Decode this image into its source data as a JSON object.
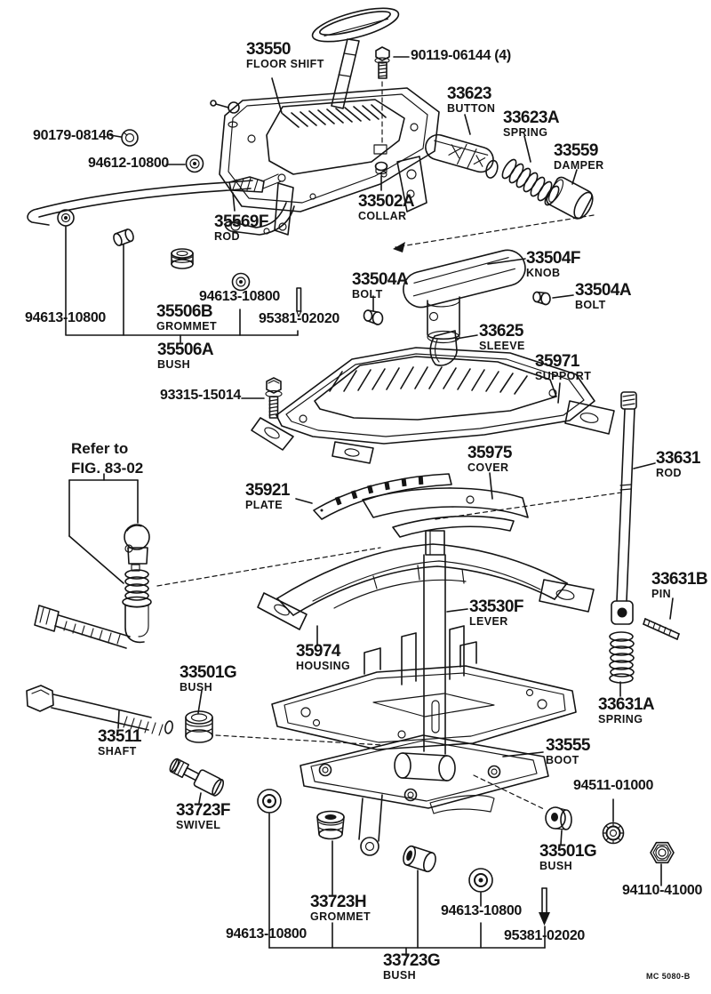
{
  "diagram": {
    "footer_code": "MC 5080-B",
    "note": {
      "line1": "Refer to",
      "line2": "FIG. 83-02"
    },
    "ink_color": "#141414",
    "background_color": "#ffffff",
    "labels": {
      "l33550": {
        "code": "33550",
        "name": "FLOOR SHIFT"
      },
      "l90119": {
        "code": "90119-06144 (4)"
      },
      "l33623": {
        "code": "33623",
        "name": "BUTTON"
      },
      "l33623a": {
        "code": "33623A",
        "name": "SPRING"
      },
      "l33559": {
        "code": "33559",
        "name": "DAMPER"
      },
      "l90179": {
        "code": "90179-08146"
      },
      "l94612": {
        "code": "94612-10800"
      },
      "l35569f": {
        "code": "35569F",
        "name": "ROD"
      },
      "l33502a": {
        "code": "33502A",
        "name": "COLLAR"
      },
      "l33504f": {
        "code": "33504F",
        "name": "KNOB"
      },
      "l33504a_left": {
        "code": "33504A",
        "name": "BOLT"
      },
      "l33504a_right": {
        "code": "33504A",
        "name": "BOLT"
      },
      "l94613_left": {
        "code": "94613-10800"
      },
      "l94613_mid": {
        "code": "94613-10800"
      },
      "l35506b": {
        "code": "35506B",
        "name": "GROMMET"
      },
      "l95381_top": {
        "code": "95381-02020"
      },
      "l35506a": {
        "code": "35506A",
        "name": "BUSH"
      },
      "l33625": {
        "code": "33625",
        "name": "SLEEVE"
      },
      "l35971": {
        "code": "35971",
        "name": "SUPPORT"
      },
      "l93315": {
        "code": "93315-15014"
      },
      "l35975": {
        "code": "35975",
        "name": "COVER"
      },
      "l33631": {
        "code": "33631",
        "name": "ROD"
      },
      "l35921": {
        "code": "35921",
        "name": "PLATE"
      },
      "l33631b": {
        "code": "33631B",
        "name": "PIN"
      },
      "l33530f": {
        "code": "33530F",
        "name": "LEVER"
      },
      "l35974": {
        "code": "35974",
        "name": "HOUSING"
      },
      "l33631a": {
        "code": "33631A",
        "name": "SPRING"
      },
      "l33501g_left": {
        "code": "33501G",
        "name": "BUSH"
      },
      "l33511": {
        "code": "33511",
        "name": "SHAFT"
      },
      "l33555": {
        "code": "33555",
        "name": "BOOT"
      },
      "l94511": {
        "code": "94511-01000"
      },
      "l33723f": {
        "code": "33723F",
        "name": "SWIVEL"
      },
      "l33501g_right": {
        "code": "33501G",
        "name": "BUSH"
      },
      "l94110": {
        "code": "94110-41000"
      },
      "l33723h": {
        "code": "33723H",
        "name": "GROMMET"
      },
      "l94613_bottom_right": {
        "code": "94613-10800"
      },
      "l94613_bottom_left": {
        "code": "94613-10800"
      },
      "l95381_bottom": {
        "code": "95381-02020"
      },
      "l33723g": {
        "code": "33723G",
        "name": "BUSH"
      }
    }
  }
}
